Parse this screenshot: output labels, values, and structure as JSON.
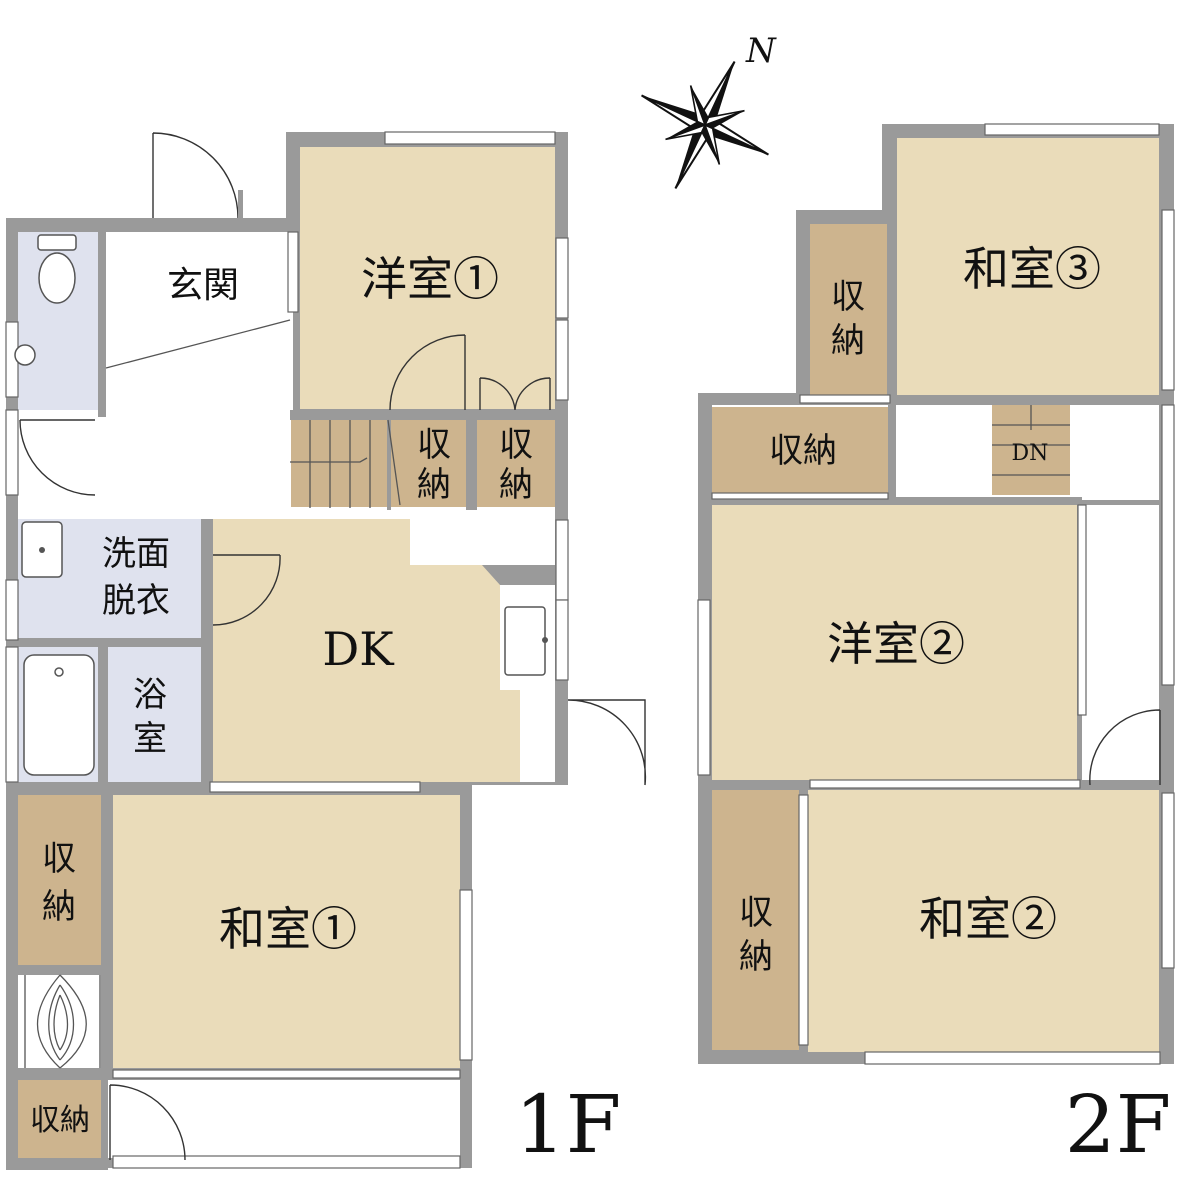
{
  "compass": {
    "north_label": "N"
  },
  "floor1": {
    "label": "1F",
    "rooms": {
      "yoshitsu1": "洋室①",
      "genkan": "玄関",
      "senmen_line1": "洗面",
      "senmen_line2": "脱衣",
      "dk": "DK",
      "yokushitsu_line1": "浴",
      "yokushitsu_line2": "室",
      "washitsu1": "和室①",
      "storage_a_line1": "収",
      "storage_a_line2": "納",
      "storage_b_line1": "収",
      "storage_b_line2": "納",
      "storage_left_line1": "収",
      "storage_left_line2": "納",
      "storage_bottom": "収納"
    }
  },
  "floor2": {
    "label": "2F",
    "rooms": {
      "washitsu3": "和室③",
      "storage_top_line1": "収",
      "storage_top_line2": "納",
      "storage_mid": "収納",
      "stairs_dn": "DN",
      "yoshitsu2": "洋室②",
      "washitsu2": "和室②",
      "storage_left_line1": "収",
      "storage_left_line2": "納"
    }
  }
}
